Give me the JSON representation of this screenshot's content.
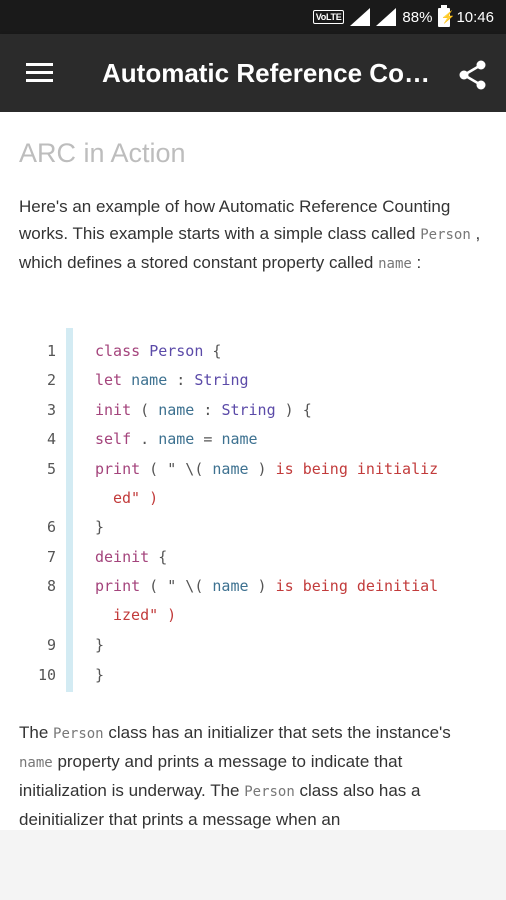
{
  "status_bar": {
    "volte": "VoLTE",
    "battery": "88%",
    "time": "10:46"
  },
  "app_bar": {
    "title": "Automatic Reference Co…",
    "menu_icon": "hamburger-menu-icon",
    "share_icon": "share-icon"
  },
  "section": {
    "title": "ARC in Action",
    "intro": {
      "part1": "Here's an example of how Automatic Reference Counting works. This example starts with a simple class called ",
      "code1": "Person",
      "part2": " , which defines a stored constant property called ",
      "code2": "name",
      "part3": " :"
    },
    "after": {
      "part1": "The ",
      "code1": "Person",
      "part2": " class has an initializer that sets the instance's ",
      "code2": "name",
      "part3": " property and prints a message to indicate that initialization is underway. The ",
      "code3": "Person",
      "part4": " class also has a deinitializer that prints a message when an"
    }
  },
  "code": {
    "line_numbers": [
      "1",
      "2",
      "3",
      "4",
      "5",
      "6",
      "7",
      "8",
      "9",
      "10"
    ],
    "lines": [
      {
        "kw": "class",
        "a": " ",
        "ty": "Person",
        "b": " {"
      },
      {
        "kw": "let",
        "a": " ",
        "id": "name",
        "b": " : ",
        "ty": "String"
      },
      {
        "kw": "init",
        "a": " ( ",
        "id": "name",
        "b": " : ",
        "ty": "String",
        "c": " ) {"
      },
      {
        "kw": "self",
        "a": " . ",
        "id": "name",
        "b": " = ",
        "id2": "name"
      },
      {
        "kw": "print",
        "a": " ( \" \\( ",
        "id": "name",
        "b": " ) ",
        "str": "is being initializ",
        "cont": "ed\" )"
      },
      {
        "text": "}"
      },
      {
        "kw": "deinit",
        "a": " {"
      },
      {
        "kw": "print",
        "a": " ( \" \\( ",
        "id": "name",
        "b": " ) ",
        "str": "is being deinitial",
        "cont": "ized\" )"
      },
      {
        "text": "}"
      },
      {
        "text": "}"
      }
    ]
  },
  "colors": {
    "status_bar": "#1a1a1a",
    "app_bar": "#2b2b2b",
    "code_bar": "#d3ebf3",
    "keyword": "#a4447c",
    "type": "#5b4aa8",
    "identifier": "#3d7190",
    "string": "#c23b3b"
  }
}
